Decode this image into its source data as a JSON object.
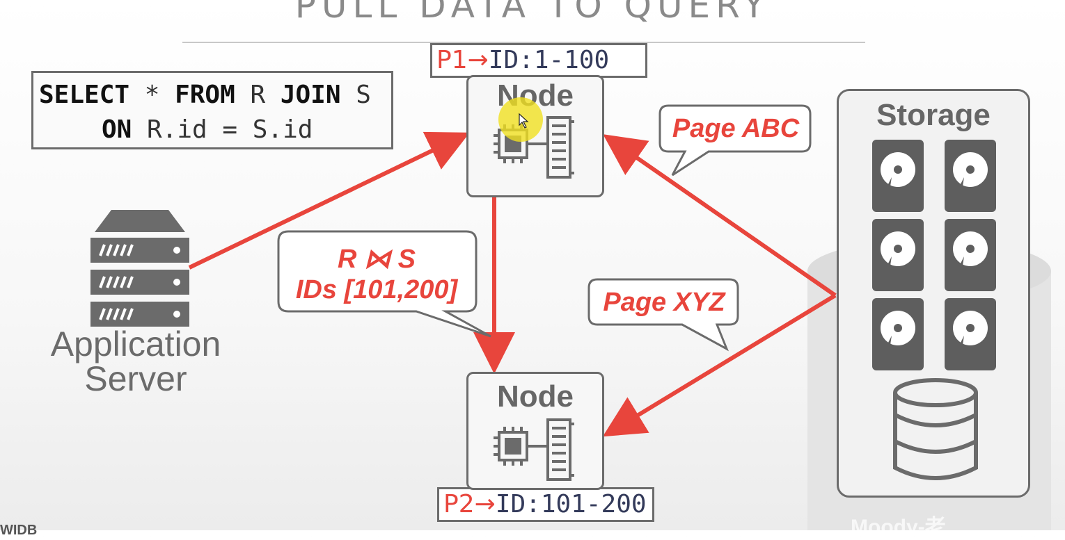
{
  "title": "PULL DATA TO QUERY",
  "query": {
    "line1": [
      {
        "text": "SELECT",
        "kind": "kw"
      },
      {
        "text": " * ",
        "kind": "nm"
      },
      {
        "text": "FROM",
        "kind": "kw"
      },
      {
        "text": " R ",
        "kind": "nm"
      },
      {
        "text": "JOIN",
        "kind": "kw"
      },
      {
        "text": " S",
        "kind": "nm"
      }
    ],
    "line2": [
      {
        "text": "ON",
        "kind": "kw"
      },
      {
        "text": " R.id = S.id",
        "kind": "nm"
      }
    ]
  },
  "partitions": {
    "p1": {
      "id": "P1",
      "arrow": "→",
      "range": "ID:1-100"
    },
    "p2": {
      "id": "P2",
      "arrow": "→",
      "range": "ID:101-200"
    }
  },
  "nodes": {
    "node1": {
      "label": "Node"
    },
    "node2": {
      "label": "Node"
    }
  },
  "storage": {
    "label": "Storage"
  },
  "app_server": {
    "line1": "Application",
    "line2": "Server"
  },
  "bubbles": {
    "page_abc": "Page ABC",
    "page_xyz": "Page XYZ",
    "join_line1": "R ⋈ S",
    "join_line2": "IDs [101,200]"
  },
  "watermark": "Moody-老",
  "corner_text": "WIDB",
  "colors": {
    "accent_red": "#e8453c",
    "gray": "#6b6b6b",
    "pointer_highlight": "#f0e020"
  }
}
